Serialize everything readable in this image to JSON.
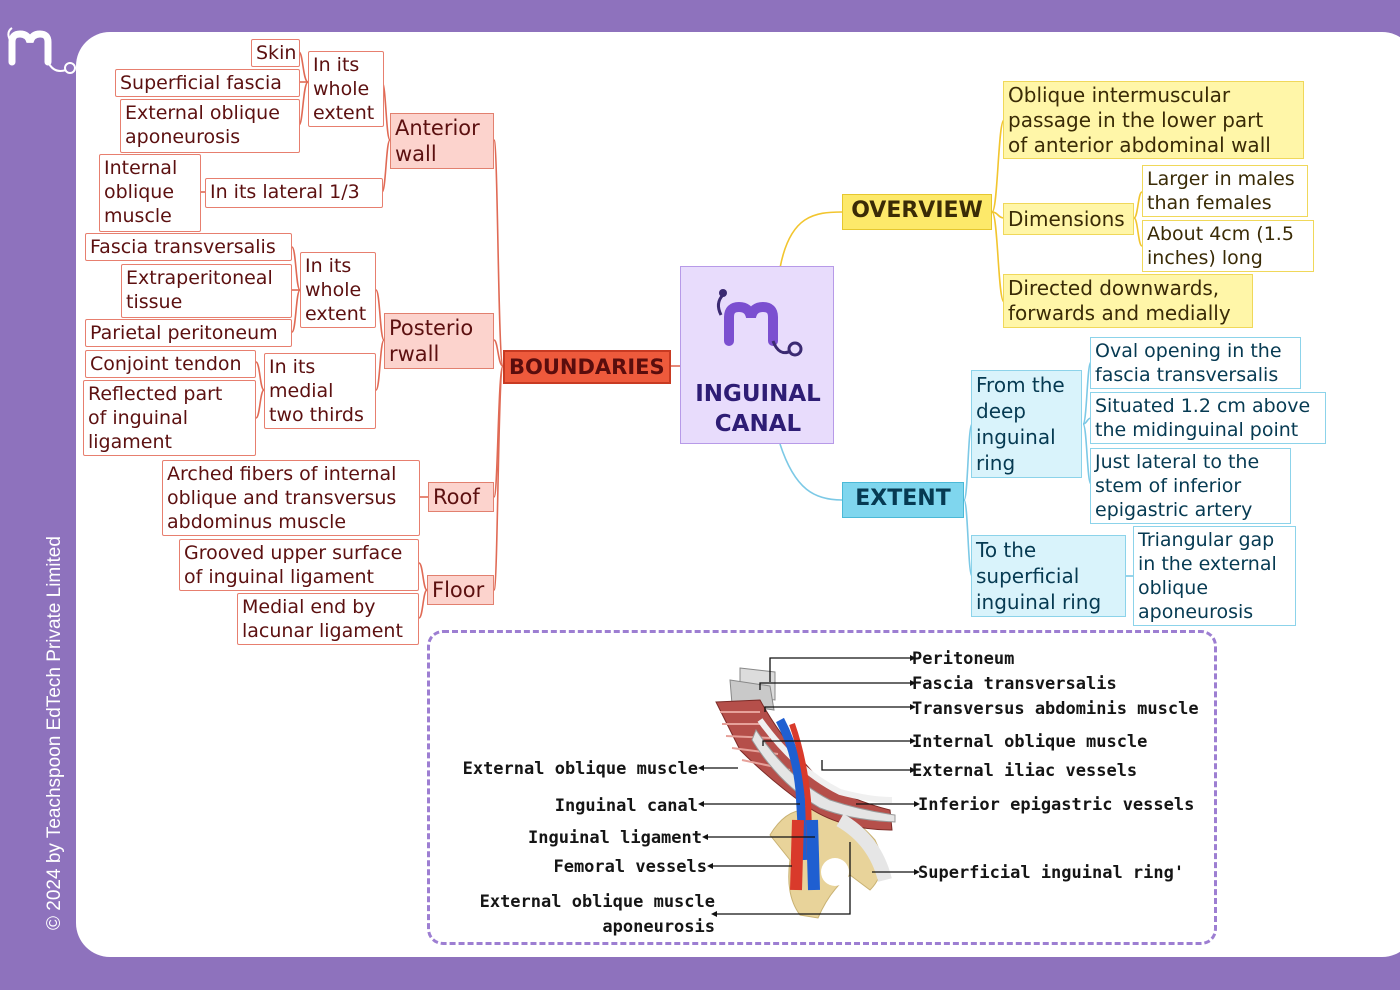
{
  "copyright": "© 2024 by Teachspoon EdTech Private Limited",
  "center": {
    "title_line1": "INGUINAL",
    "title_line2": "CANAL"
  },
  "boundaries": {
    "label": "BOUNDARIES",
    "anterior_wall": {
      "label_line1": "Anterior",
      "label_line2": "wall",
      "whole_extent": {
        "line1": "In its",
        "line2": "whole",
        "line3": "extent"
      },
      "items_whole": [
        "Skin",
        "Superficial fascia"
      ],
      "eo_line1": "External oblique",
      "eo_line2": "aponeurosis",
      "lateral_third": "In its lateral 1/3",
      "io_line1": "Internal",
      "io_line2": "oblique",
      "io_line3": "muscle"
    },
    "posterior_wall": {
      "label_line1": "Posterio",
      "label_line2": "rwall",
      "whole_extent": {
        "line1": "In its",
        "line2": "whole",
        "line3": "extent"
      },
      "fascia": "Fascia transversalis",
      "extra_line1": "Extraperitoneal",
      "extra_line2": "tissue",
      "parietal": "Parietal peritoneum",
      "medial": {
        "line1": "In its",
        "line2": "medial",
        "line3": "two thirds"
      },
      "conjoint": "Conjoint tendon",
      "reflected_line1": "Reflected part",
      "reflected_line2": "of inguinal",
      "reflected_line3": "ligament"
    },
    "roof": {
      "label": "Roof",
      "line1": "Arched fibers of internal",
      "line2": "oblique and transversus",
      "line3": "abdominus muscle"
    },
    "floor": {
      "label": "Floor",
      "grooved_line1": "Grooved upper surface",
      "grooved_line2": "of inguinal ligament",
      "medial_line1": "Medial end by",
      "medial_line2": "lacunar ligament"
    }
  },
  "overview": {
    "label": "OVERVIEW",
    "oblique_line1": "Oblique intermuscular",
    "oblique_line2": "passage in the lower part",
    "oblique_line3": "of anterior abdominal wall",
    "dimensions": "Dimensions",
    "larger_line1": "Larger in males",
    "larger_line2": "than females",
    "about_line1": "About 4cm (1.5",
    "about_line2": "inches) long",
    "directed_line1": "Directed downwards,",
    "directed_line2": "forwards and medially"
  },
  "extent": {
    "label": "EXTENT",
    "deep_line1": "From the",
    "deep_line2": "deep",
    "deep_line3": "inguinal",
    "deep_line4": "ring",
    "oval_line1": "Oval opening in the",
    "oval_line2": "fascia transversalis",
    "situated_line1": "Situated 1.2 cm above",
    "situated_line2": "the midinguinal point",
    "lateral_line1": "Just lateral to the",
    "lateral_line2": "stem of inferior",
    "lateral_line3": "epigastric artery",
    "superficial_line1": "To the",
    "superficial_line2": "superficial",
    "superficial_line3": "inguinal ring",
    "triangular_line1": "Triangular gap",
    "triangular_line2": "in the external",
    "triangular_line3": "oblique",
    "triangular_line4": "aponeurosis"
  },
  "anatomy_labels": {
    "peritoneum": "Peritoneum",
    "fascia_transversalis": "Fascia transversalis",
    "transversus": "Transversus abdominis muscle",
    "internal_oblique": "Internal oblique muscle",
    "external_iliac": "External iliac vessels",
    "inferior_epigastric": "Inferior epigastric vessels",
    "superficial_ring": "Superficial inguinal ring'",
    "external_oblique_muscle": "External oblique muscle",
    "inguinal_canal": "Inguinal canal",
    "inguinal_ligament": "Inguinal ligament",
    "femoral_vessels": "Femoral vessels",
    "eo_aponeurosis_line1": "External oblique muscle",
    "eo_aponeurosis_line2": "aponeurosis"
  },
  "colors": {
    "frame": "#8e72bd",
    "boundaries": "#ee5a3c",
    "overview": "#fde96a",
    "extent": "#7fd6ee",
    "center": "#e8dcfc",
    "red_line": "#e06a55",
    "yellow_line": "#f2c52e",
    "blue_line": "#7cc9e6"
  }
}
